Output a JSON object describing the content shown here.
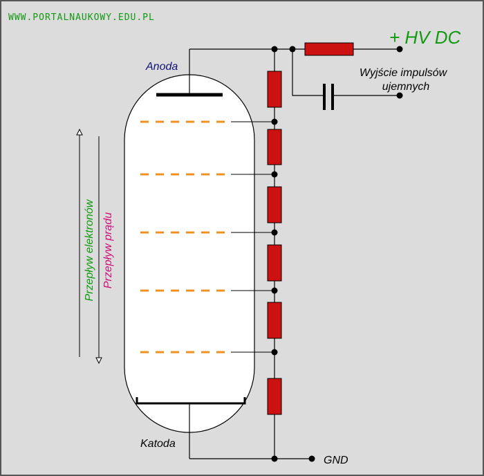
{
  "header": {
    "site": "WWW.PORTALNAUKOWY.EDU.PL"
  },
  "labels": {
    "anode": "Anoda",
    "cathode": "Katoda",
    "hv": "+ HV DC",
    "output_line1": "Wyjście impulsów",
    "output_line2": "ujemnych",
    "gnd": "GND",
    "electron_flow": "Przepływ elektronów",
    "current_flow": "Przepływ prądu"
  },
  "colors": {
    "background": "#dcdcdc",
    "resistor": "#cc1111",
    "dynode": "#f0901e",
    "hv_text": "#119911",
    "site_text": "#119911",
    "anode_text": "#111177",
    "current_text": "#cc1177",
    "electron_text": "#119911",
    "wire": "#000000"
  },
  "icons": [
    "resistor-icon",
    "capacitor-icon",
    "terminal-icon",
    "junction-dot-icon",
    "arrow-up-icon",
    "arrow-down-icon"
  ]
}
